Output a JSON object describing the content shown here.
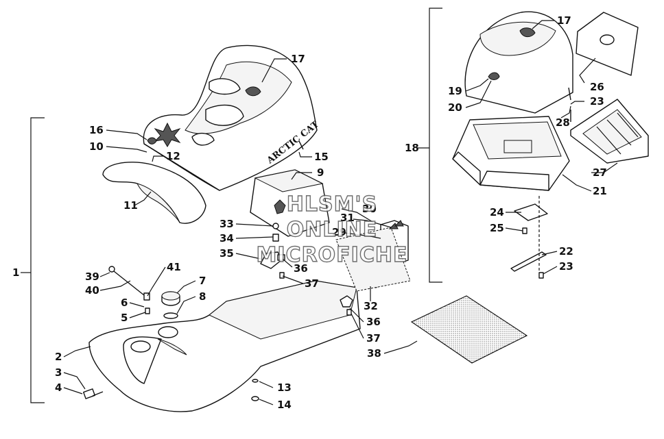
{
  "watermark": {
    "line1": "HLSM'S",
    "line2": "ONLINE",
    "line3": "MICROFICHE"
  },
  "seat_logo": "ARCTIC CAT",
  "callouts": {
    "c1": "1",
    "c2": "2",
    "c3": "3",
    "c4": "4",
    "c5": "5",
    "c6": "6",
    "c7": "7",
    "c8": "8",
    "c9": "9",
    "c10": "10",
    "c11": "11",
    "c12": "12",
    "c13": "13",
    "c14": "14",
    "c15": "15",
    "c16": "16",
    "c17a": "17",
    "c17b": "17",
    "c18": "18",
    "c19": "19",
    "c20": "20",
    "c21": "21",
    "c22": "22",
    "c23a": "23",
    "c23b": "23",
    "c24": "24",
    "c25": "25",
    "c26": "26",
    "c27": "27",
    "c28": "28",
    "c29": "29",
    "c30": "30",
    "c31": "31",
    "c32": "32",
    "c33": "33",
    "c34": "34",
    "c35": "35",
    "c36a": "36",
    "c36b": "36",
    "c37a": "37",
    "c37b": "37",
    "c38": "38",
    "c39": "39",
    "c40": "40",
    "c41": "41"
  }
}
